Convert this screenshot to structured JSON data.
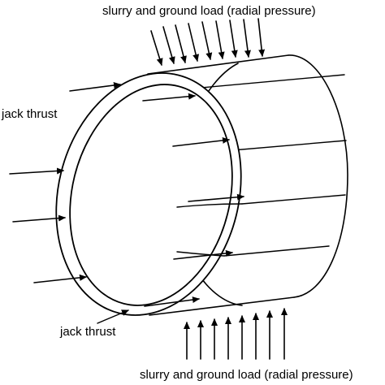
{
  "diagram": {
    "labels": {
      "top_load": "slurry and ground load (radial pressure)",
      "bottom_load": "slurry and ground load (radial pressure)",
      "jack_thrust_upper": "jack thrust",
      "jack_thrust_lower": "jack thrust"
    },
    "colors": {
      "line": "#000000",
      "background": "#ffffff"
    }
  }
}
